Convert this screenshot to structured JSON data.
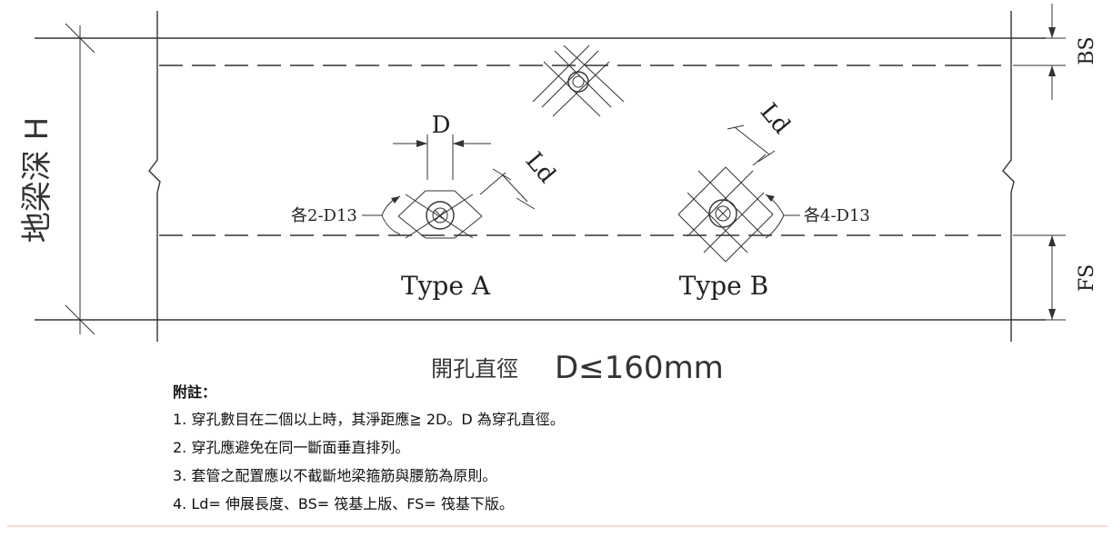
{
  "labels": {
    "dim_D": "D",
    "dim_Ld": "Ld",
    "bar_a": "各2-D13",
    "bar_b": "各4-D13",
    "type_a": "Type A",
    "type_b": "Type B",
    "bs": "BS",
    "fs": "FS",
    "beam_depth": "地梁深 H",
    "caption_prefix": "開孔直徑",
    "caption_value": "D≤160mm"
  },
  "notes": {
    "title": "附註：",
    "items": [
      "1.  穿孔數目在二個以上時，其淨距應≧ 2D。D 為穿孔直徑。",
      "2.  穿孔應避免在同一斷面垂直排列。",
      "3.  套管之配置應以不截斷地梁箍筋與腰筋為原則。",
      "4.  Ld= 伸展長度、BS= 筏基上版、FS= 筏基下版。"
    ]
  },
  "colors": {
    "line": "#333333",
    "text": "#222222",
    "accent_rule": "#f6d9d0"
  }
}
